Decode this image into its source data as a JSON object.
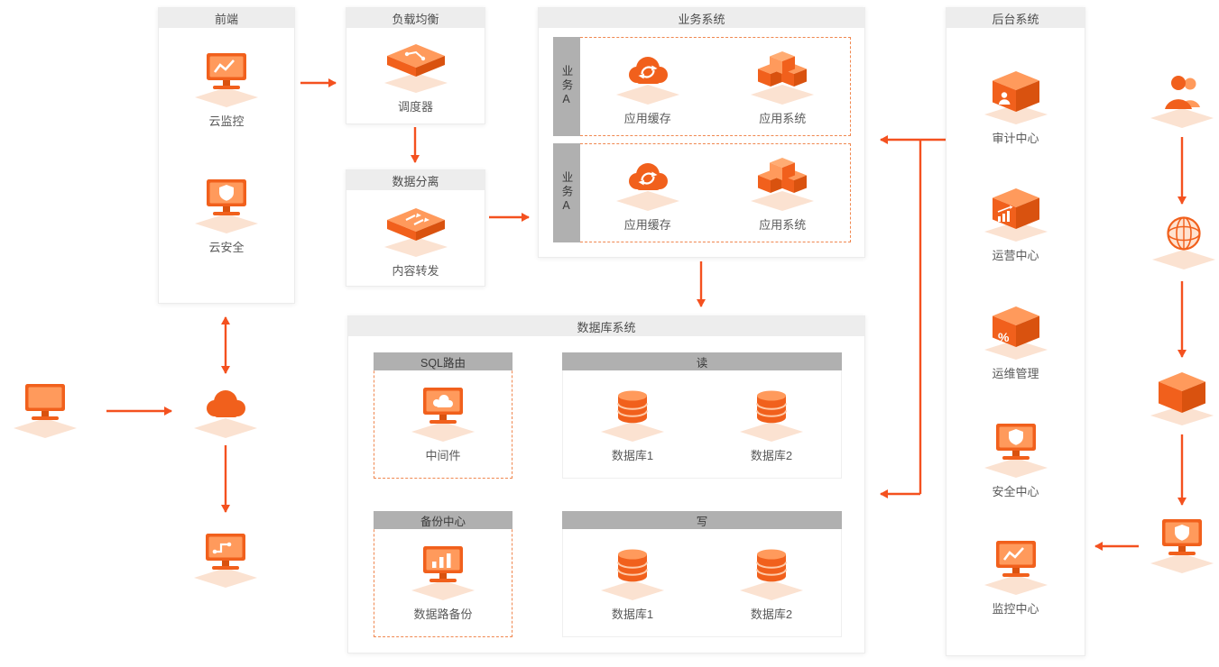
{
  "colors": {
    "accent": "#f1601c",
    "arrow": "#f4511f",
    "panel_header_bg": "#ededed",
    "gray_bar_bg": "#b0b0b0",
    "dashed_border": "#f0874f"
  },
  "frontend": {
    "title": "前端",
    "items": [
      {
        "label": "云监控",
        "icon": "monitor-chart"
      },
      {
        "label": "云安全",
        "icon": "monitor-shield"
      }
    ]
  },
  "load_balancer": {
    "title": "负载均衡",
    "items": [
      {
        "label": "调度器",
        "icon": "slab-circuit"
      }
    ]
  },
  "data_split": {
    "title": "数据分离",
    "items": [
      {
        "label": "内容转发",
        "icon": "slab-arrows"
      }
    ]
  },
  "business": {
    "title": "业务系统",
    "rows": [
      {
        "side_label": "业务A",
        "items": [
          {
            "label": "应用缓存",
            "icon": "cloud-sync"
          },
          {
            "label": "应用系统",
            "icon": "cubes"
          }
        ]
      },
      {
        "side_label": "业务A",
        "items": [
          {
            "label": "应用缓存",
            "icon": "cloud-sync"
          },
          {
            "label": "应用系统",
            "icon": "cubes"
          }
        ]
      }
    ]
  },
  "database": {
    "title": "数据库系统",
    "sections": {
      "sql_route": {
        "title": "SQL路由",
        "items": [
          {
            "label": "中间件",
            "icon": "monitor-cloud"
          }
        ]
      },
      "read": {
        "title": "读",
        "items": [
          {
            "label": "数据库1",
            "icon": "database"
          },
          {
            "label": "数据库2",
            "icon": "database"
          }
        ]
      },
      "backup": {
        "title": "备份中心",
        "items": [
          {
            "label": "数据路备份",
            "icon": "monitor-bars"
          }
        ]
      },
      "write": {
        "title": "写",
        "items": [
          {
            "label": "数据库1",
            "icon": "database"
          },
          {
            "label": "数据库2",
            "icon": "database"
          }
        ]
      }
    }
  },
  "backend": {
    "title": "后台系统",
    "items": [
      {
        "label": "审计中心",
        "icon": "cube-person"
      },
      {
        "label": "运营中心",
        "icon": "cube-chart"
      },
      {
        "label": "运维管理",
        "icon": "cube-percent"
      },
      {
        "label": "安全中心",
        "icon": "monitor-shield"
      },
      {
        "label": "监控中心",
        "icon": "monitor-chart"
      }
    ]
  },
  "floating": {
    "client": {
      "icon": "monitor-plain"
    },
    "cloud": {
      "icon": "cloud"
    },
    "gateway": {
      "icon": "monitor-circuit"
    },
    "user": {
      "icon": "person"
    },
    "internet": {
      "icon": "globe"
    },
    "service": {
      "icon": "cube"
    },
    "security": {
      "icon": "monitor-shield"
    }
  }
}
